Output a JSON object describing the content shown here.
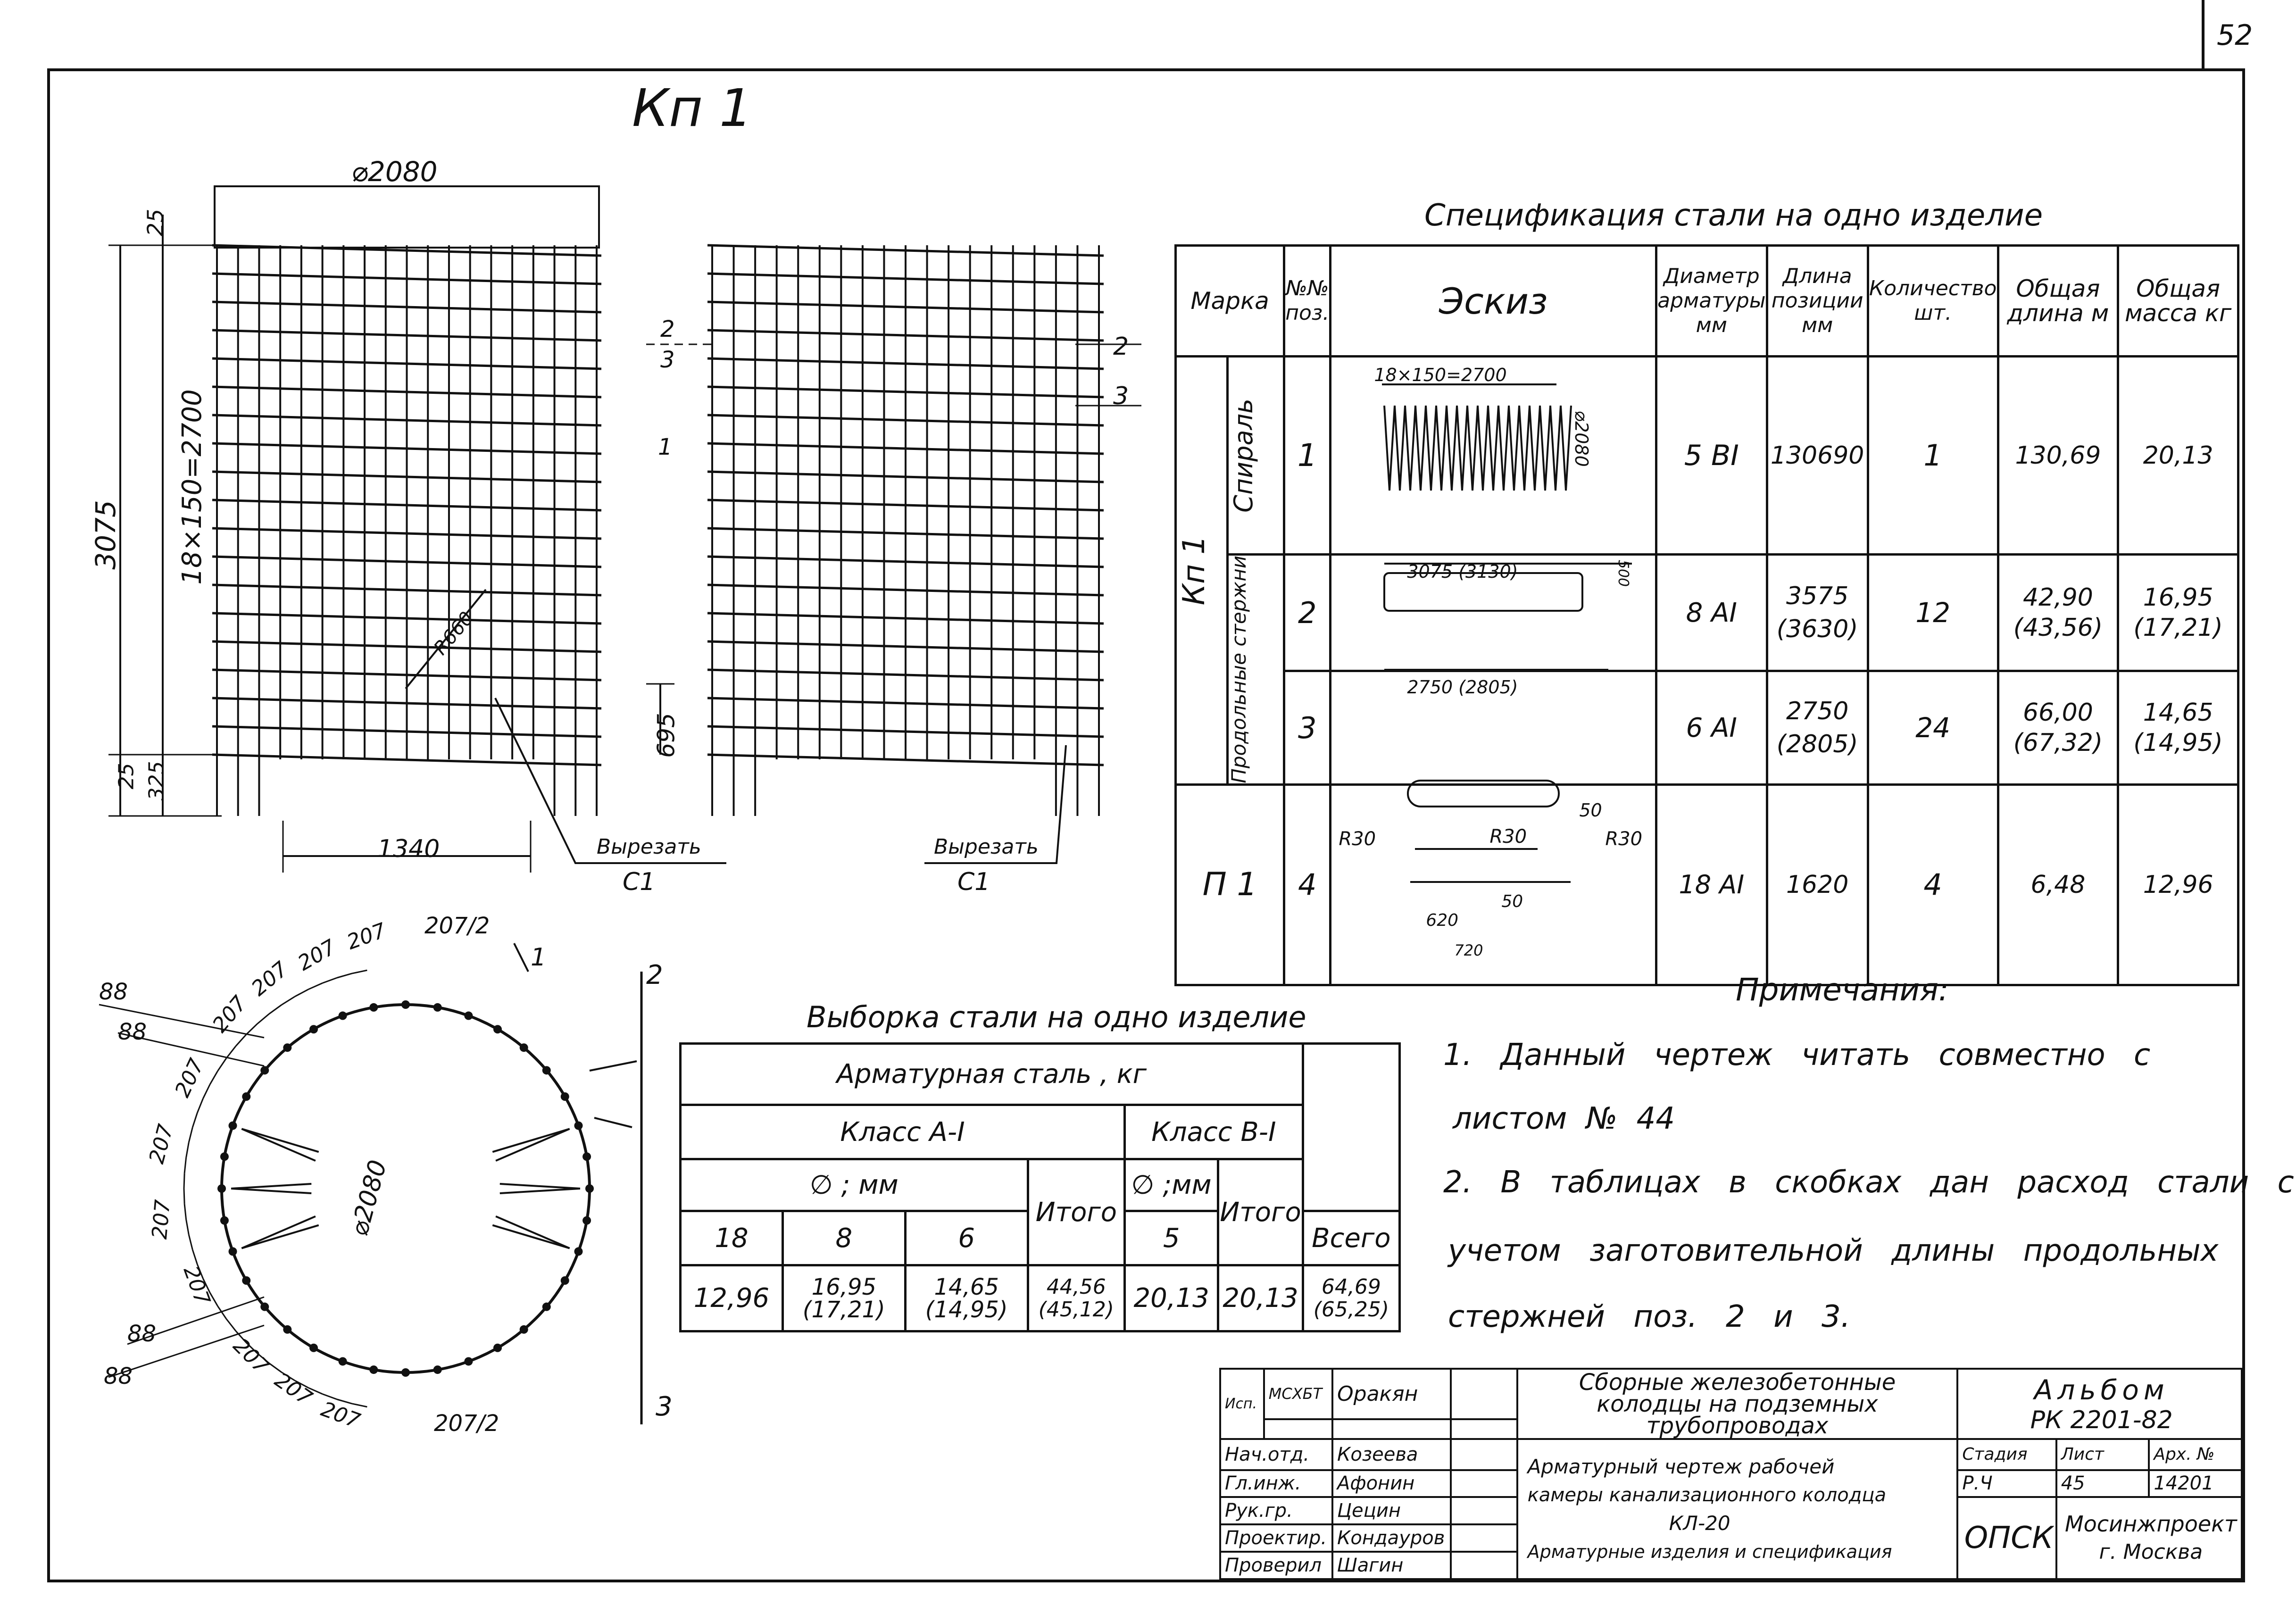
{
  "page_number": "52",
  "title": "Кп 1",
  "cage_elevation": {
    "diameter": "⌀2080",
    "dim_top": "25",
    "dim_height_total": "3075",
    "dim_pitch": "18×150=2700",
    "dim_bottom_a": "25",
    "dim_bottom_b": "325",
    "dim_inner": "695",
    "dim_width": "1340",
    "dim_radius": "R660",
    "cut_label_1": "Вырезать",
    "cut_ref_1": "С1",
    "cut_label_2": "Вырезать",
    "cut_ref_2": "С1",
    "pos_2": "2",
    "pos_3": "3",
    "pos_1": "1"
  },
  "plan_view": {
    "diameter": "⌀2080",
    "pos_1": "1",
    "pos_2": "2",
    "pos_3": "3",
    "dims_left": [
      "88",
      "88",
      "88",
      "88"
    ],
    "dims_arc": [
      "207",
      "207",
      "207",
      "207",
      "207",
      "207",
      "207",
      "207",
      "207",
      "207",
      "207"
    ],
    "half_top": "207/2",
    "half_bottom": "207/2"
  },
  "spec_table": {
    "title": "Спецификация стали на одно изделие",
    "headers": {
      "mark": "Марка",
      "pos": "№№ поз.",
      "sketch": "Эскиз",
      "diameter": "Диаметр арматуры мм",
      "length": "Длина позиции мм",
      "quantity": "Количество шт.",
      "total_length": "Общая длина м",
      "total_mass": "Общая масса кг"
    },
    "group_kp": "Кп 1",
    "group_p": "П 1",
    "rows": [
      {
        "sub": "Спираль",
        "pos": "1",
        "diam": "5 ВI",
        "length": "130690",
        "qty": "1",
        "tlen": "130,69",
        "mass": "20,13",
        "sketch_dim": "18×150=2700",
        "sketch_d": "⌀2080"
      },
      {
        "sub": "Продольные стержни",
        "pos": "2",
        "diam": "8 АI",
        "length": "3575 (3630)",
        "qty": "12",
        "tlen": "42,90 (43,56)",
        "mass": "16,95 (17,21)",
        "sketch_dim": "3075 (3130)",
        "sketch_d": "500"
      },
      {
        "sub": "",
        "pos": "3",
        "diam": "6 АI",
        "length": "2750 (2805)",
        "qty": "24",
        "tlen": "66,00 (67,32)",
        "mass": "14,65 (14,95)",
        "sketch_dim": "2750 (2805)",
        "sketch_d": ""
      },
      {
        "sub": "",
        "pos": "4",
        "diam": "18 АI",
        "length": "1620",
        "qty": "4",
        "tlen": "6,48",
        "mass": "12,96",
        "sketch_r1": "R30",
        "sketch_r2": "R30",
        "sketch_r3": "R30",
        "sketch_a": "50",
        "sketch_b": "50",
        "sketch_c": "620",
        "sketch_d": "720"
      }
    ]
  },
  "selection_table": {
    "title": "Выборка стали на одно изделие",
    "h_steel": "Арматурная сталь , кг",
    "h_class_a": "Класс А-I",
    "h_class_b": "Класс В-I",
    "h_phi_a": "∅ ; мм",
    "h_phi_b": "∅ ;мм",
    "h_total_a": "Итого",
    "h_total_b": "Итого",
    "h_all": "Всего",
    "diams": [
      "18",
      "8",
      "6",
      "5"
    ],
    "values": [
      "12,96",
      "16,95 (17,21)",
      "14,65 (14,95)",
      "44,56 (45,12)",
      "20,13",
      "20,13",
      "64,69 (65,25)"
    ]
  },
  "notes": {
    "title": "Примечания:",
    "lines": [
      "1. Данный чертеж читать совместно с",
      "листом № 44",
      "2. В таблицах в скобках дан расход стали с",
      "учетом заготовительной длины продольных",
      "стержней поз. 2 и 3."
    ]
  },
  "title_block": {
    "role_1": "Исп.",
    "role_mshbt": "МСХБТ",
    "name_top": "Оракян",
    "project": "Сборные железобетонные колодцы на подземных трубопроводах",
    "album": "Альбом",
    "album_code": "РК 2201-82",
    "roles": [
      "Нач.отд.",
      "Гл.инж.",
      "Рук.гр.",
      "Проектир.",
      "Проверил"
    ],
    "names": [
      "Козеева",
      "Афонин",
      "Цецин",
      "Кондауров",
      "Шагин"
    ],
    "sheet_desc_1": "Арматурный чертеж рабочей",
    "sheet_desc_2": "камеры канализационного колодца",
    "sheet_desc_3": "КЛ-20",
    "sheet_desc_4": "Арматурные изделия и спецификация",
    "h_stage": "Стадия",
    "h_sheet": "Лист",
    "h_arch": "Арх. №",
    "stage": "Р.Ч",
    "sheet": "45",
    "arch": "14201",
    "org_code": "ОПСК",
    "org_1": "Мосинжпроект",
    "org_2": "г. Москва"
  }
}
